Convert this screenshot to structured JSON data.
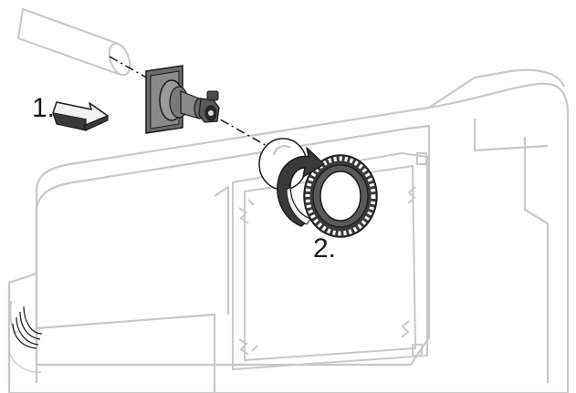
{
  "steps": [
    {
      "number": "1.",
      "part": "supply-valve"
    },
    {
      "number": "2.",
      "part": "plug-cap"
    }
  ],
  "colors": {
    "outline_light": "#c8c8c8",
    "outline_dark": "#1a1a1a",
    "part_fill": "#8a8a8a",
    "part_dark": "#3a3a3a",
    "arrow_fill": "#f2f2f2",
    "background": "#ffffff"
  }
}
